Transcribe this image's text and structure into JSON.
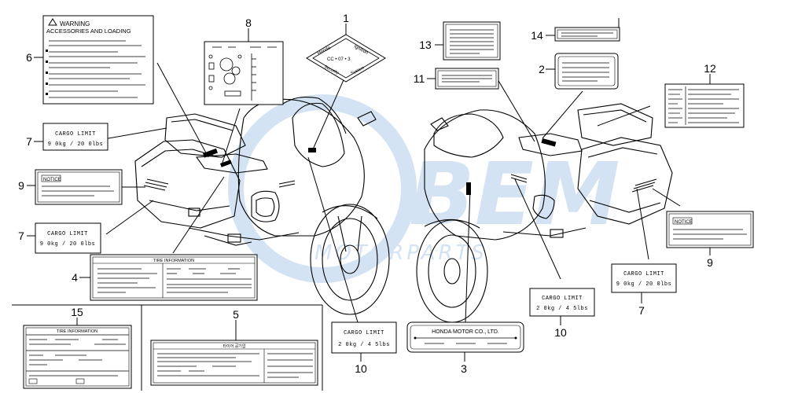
{
  "callouts": {
    "n1": "1",
    "n2": "2",
    "n3": "3",
    "n4": "4",
    "n5": "5",
    "n6": "6",
    "n7a": "7",
    "n7b": "7",
    "n7c": "7",
    "n8": "8",
    "n9a": "9",
    "n9b": "9",
    "n10a": "10",
    "n10b": "10",
    "n11": "11",
    "n12": "12",
    "n13": "13",
    "n14": "14",
    "n15": "15"
  },
  "labels": {
    "warning_title": "WARNING",
    "warning_subtitle": "ACCESSORIES AND LOADING",
    "cargo_title": "CARGO LIMIT",
    "cargo_9kg": "9 0kg  / 20 0lbs",
    "cargo_2kg": "2 0kg  / 4 5lbs",
    "notice": "NOTICE",
    "tire_info": "TIRE INFORMATION",
    "honda_motor": "HONDA MOTOR CO., LTD.",
    "emblem_top": "Honda",
    "emblem_right": "Ignition",
    "emblem_bottom": "Security",
    "emblem_bottom2": "System",
    "emblem_middle": "CC • 07 • 3",
    "korean_title": "타이어 공기압"
  },
  "watermark": {
    "brand": "BEM",
    "sub": "MOTORPARTS",
    "color": "#cfe0f2"
  }
}
